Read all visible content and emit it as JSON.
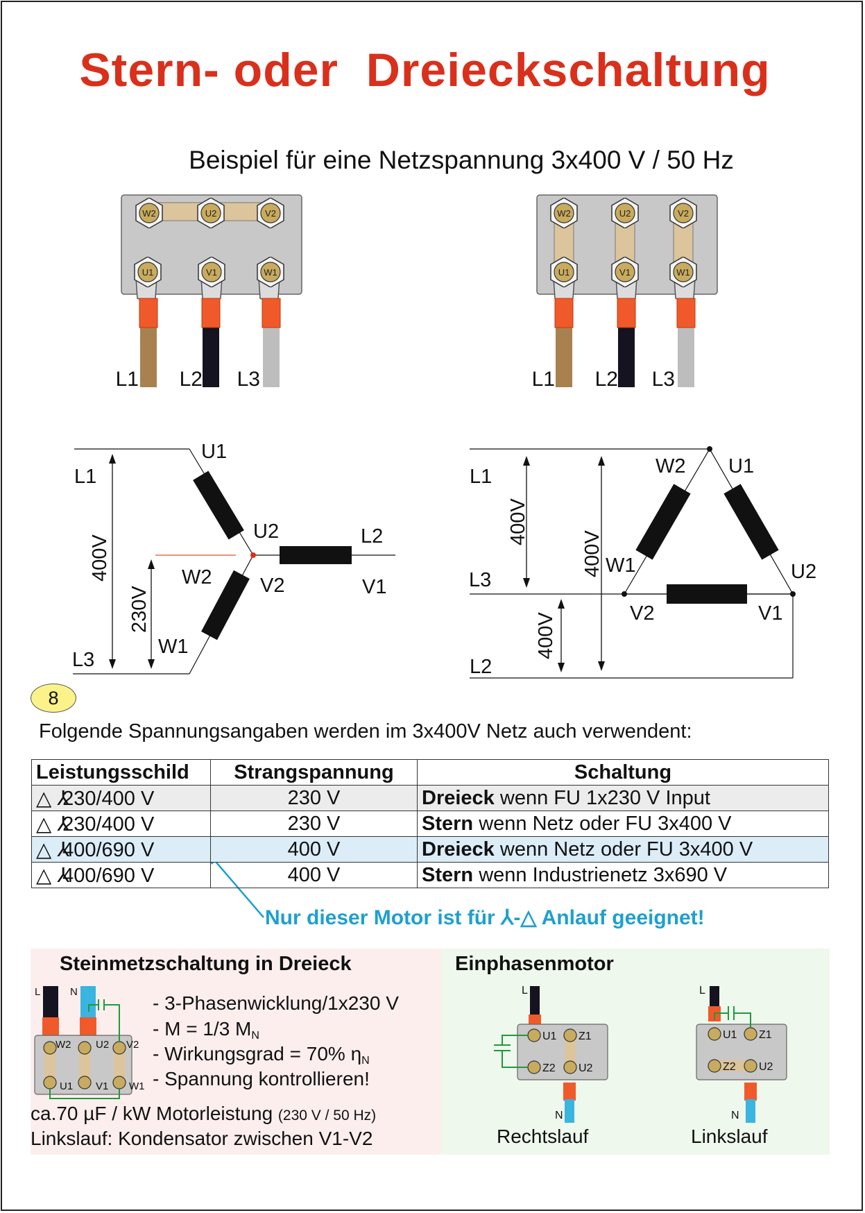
{
  "title": "Stern- oder  Dreieckschaltung",
  "subtitle": "Beispiel für eine Netzspannung 3x400 V / 50 Hz",
  "terminal_boards": {
    "top_labels": [
      "W2",
      "U2",
      "V2"
    ],
    "bottom_labels": [
      "U1",
      "V1",
      "W1"
    ],
    "lines": [
      "L1",
      "L2",
      "L3"
    ]
  },
  "star_diagram": {
    "lines": [
      "L1",
      "L2",
      "L3"
    ],
    "nodes": [
      "U1",
      "U2",
      "W2",
      "V2",
      "V1",
      "W1"
    ],
    "voltage_outer": "400V",
    "voltage_inner": "230V"
  },
  "delta_diagram": {
    "lines": [
      "L1",
      "L3",
      "L2"
    ],
    "nodes": [
      "W2",
      "U1",
      "W1",
      "U2",
      "V2",
      "V1"
    ],
    "voltages": [
      "400V",
      "400V",
      "400V"
    ]
  },
  "badge": "8",
  "note": "Folgende Spannungsangaben werden im 3x400V Netz auch verwendent:",
  "table": {
    "headers": [
      "Leistungsschild",
      "Strangspannung",
      "Schaltung"
    ],
    "rows": [
      {
        "symbols": "△ ⅄",
        "rating": "230/400 V",
        "voltage": "230 V",
        "mode": "Dreieck",
        "condition": "wenn FU 1x230 V Input"
      },
      {
        "symbols": "△ ⅄",
        "rating": "230/400 V",
        "voltage": "230 V",
        "mode": "Stern",
        "condition": "wenn Netz oder FU 3x400 V"
      },
      {
        "symbols": "△ ⅄",
        "rating": "400/690 V",
        "voltage": "400 V",
        "mode": "Dreieck",
        "condition": "wenn Netz oder FU 3x400 V"
      },
      {
        "symbols": "△ ⅄",
        "rating": "400/690 V",
        "voltage": "400 V",
        "mode": "Stern",
        "condition": "wenn Industrienetz 3x690 V"
      }
    ]
  },
  "hint": "Nur dieser Motor ist für ⅄-△ Anlauf geeignet!",
  "steinmetz": {
    "heading": "Steinmetzschaltung in Dreieck",
    "terminals_top": [
      "W2",
      "U2",
      "V2"
    ],
    "terminals_bottom": [
      "U1",
      "V1",
      "W1"
    ],
    "supply": [
      "L",
      "N"
    ],
    "lines": [
      "- 3-Phasenwicklung/1x230 V",
      "- M = 1/3 M",
      "- Wirkungsgrad = 70% η",
      "- Spannung kontrollieren!"
    ],
    "subscript": "N",
    "capacitance": "ca.70 µF / kW Motorleistung",
    "capacitance_note": "(230 V / 50 Hz)",
    "reverse": "Linkslauf: Kondensator zwischen V1-V2"
  },
  "single_phase": {
    "heading": "Einphasenmotor",
    "terminals": [
      "U1",
      "Z1",
      "Z2",
      "U2"
    ],
    "supply": [
      "L",
      "N"
    ],
    "captions": [
      "Rechtslauf",
      "Linkslauf"
    ]
  },
  "colors": {
    "title": "#d9301c",
    "hint": "#1ea0cd",
    "wire_brown": "#a9814f",
    "wire_black": "#151320",
    "wire_grey": "#bdbdbd",
    "sleeve_orange": "#f05a2a",
    "board_grey": "#c8c8c8",
    "bridge_tan": "#dcc49c",
    "capacitor_green": "#1e9a3c",
    "wire_blue": "#3ab4e0"
  }
}
